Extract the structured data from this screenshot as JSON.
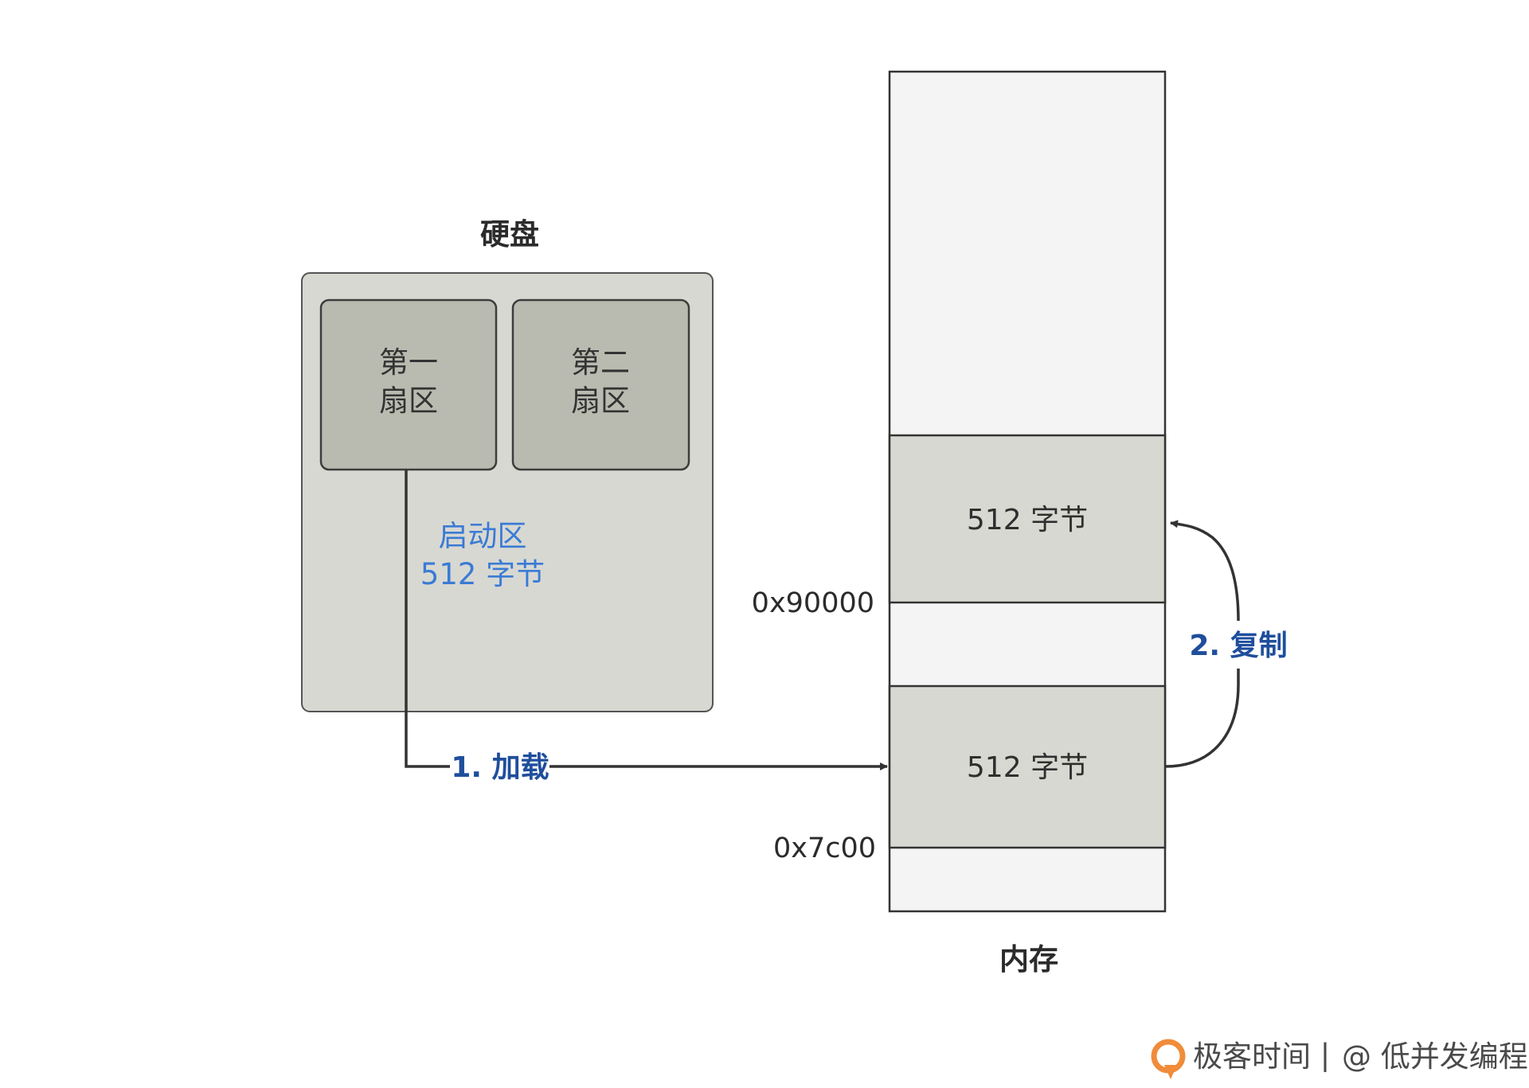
{
  "disk": {
    "title": "硬盘",
    "sector1_line1": "第一",
    "sector1_line2": "扇区",
    "sector2_line1": "第二",
    "sector2_line2": "扇区",
    "boot_line1": "启动区",
    "boot_line2": "512 字节"
  },
  "memory": {
    "title": "内存",
    "upper_block": "512 字节",
    "lower_block": "512 字节",
    "addr_upper": "0x90000",
    "addr_lower": "0x7c00"
  },
  "steps": {
    "load": "1. 加载",
    "copy": "2. 复制"
  },
  "watermark": {
    "brand": "极客时间",
    "separator": "|",
    "author": "@ 低并发编程"
  },
  "colors": {
    "disk_fill": "#d8d8d2",
    "sector_fill": "#babbb0",
    "memory_fill": "#f4f4f4",
    "memory_block_fill": "#d8d8d2",
    "boot_label": "#3a7bd5",
    "step_label": "#1f4e9c",
    "line": "#333333",
    "logo": "#f08c3a"
  }
}
